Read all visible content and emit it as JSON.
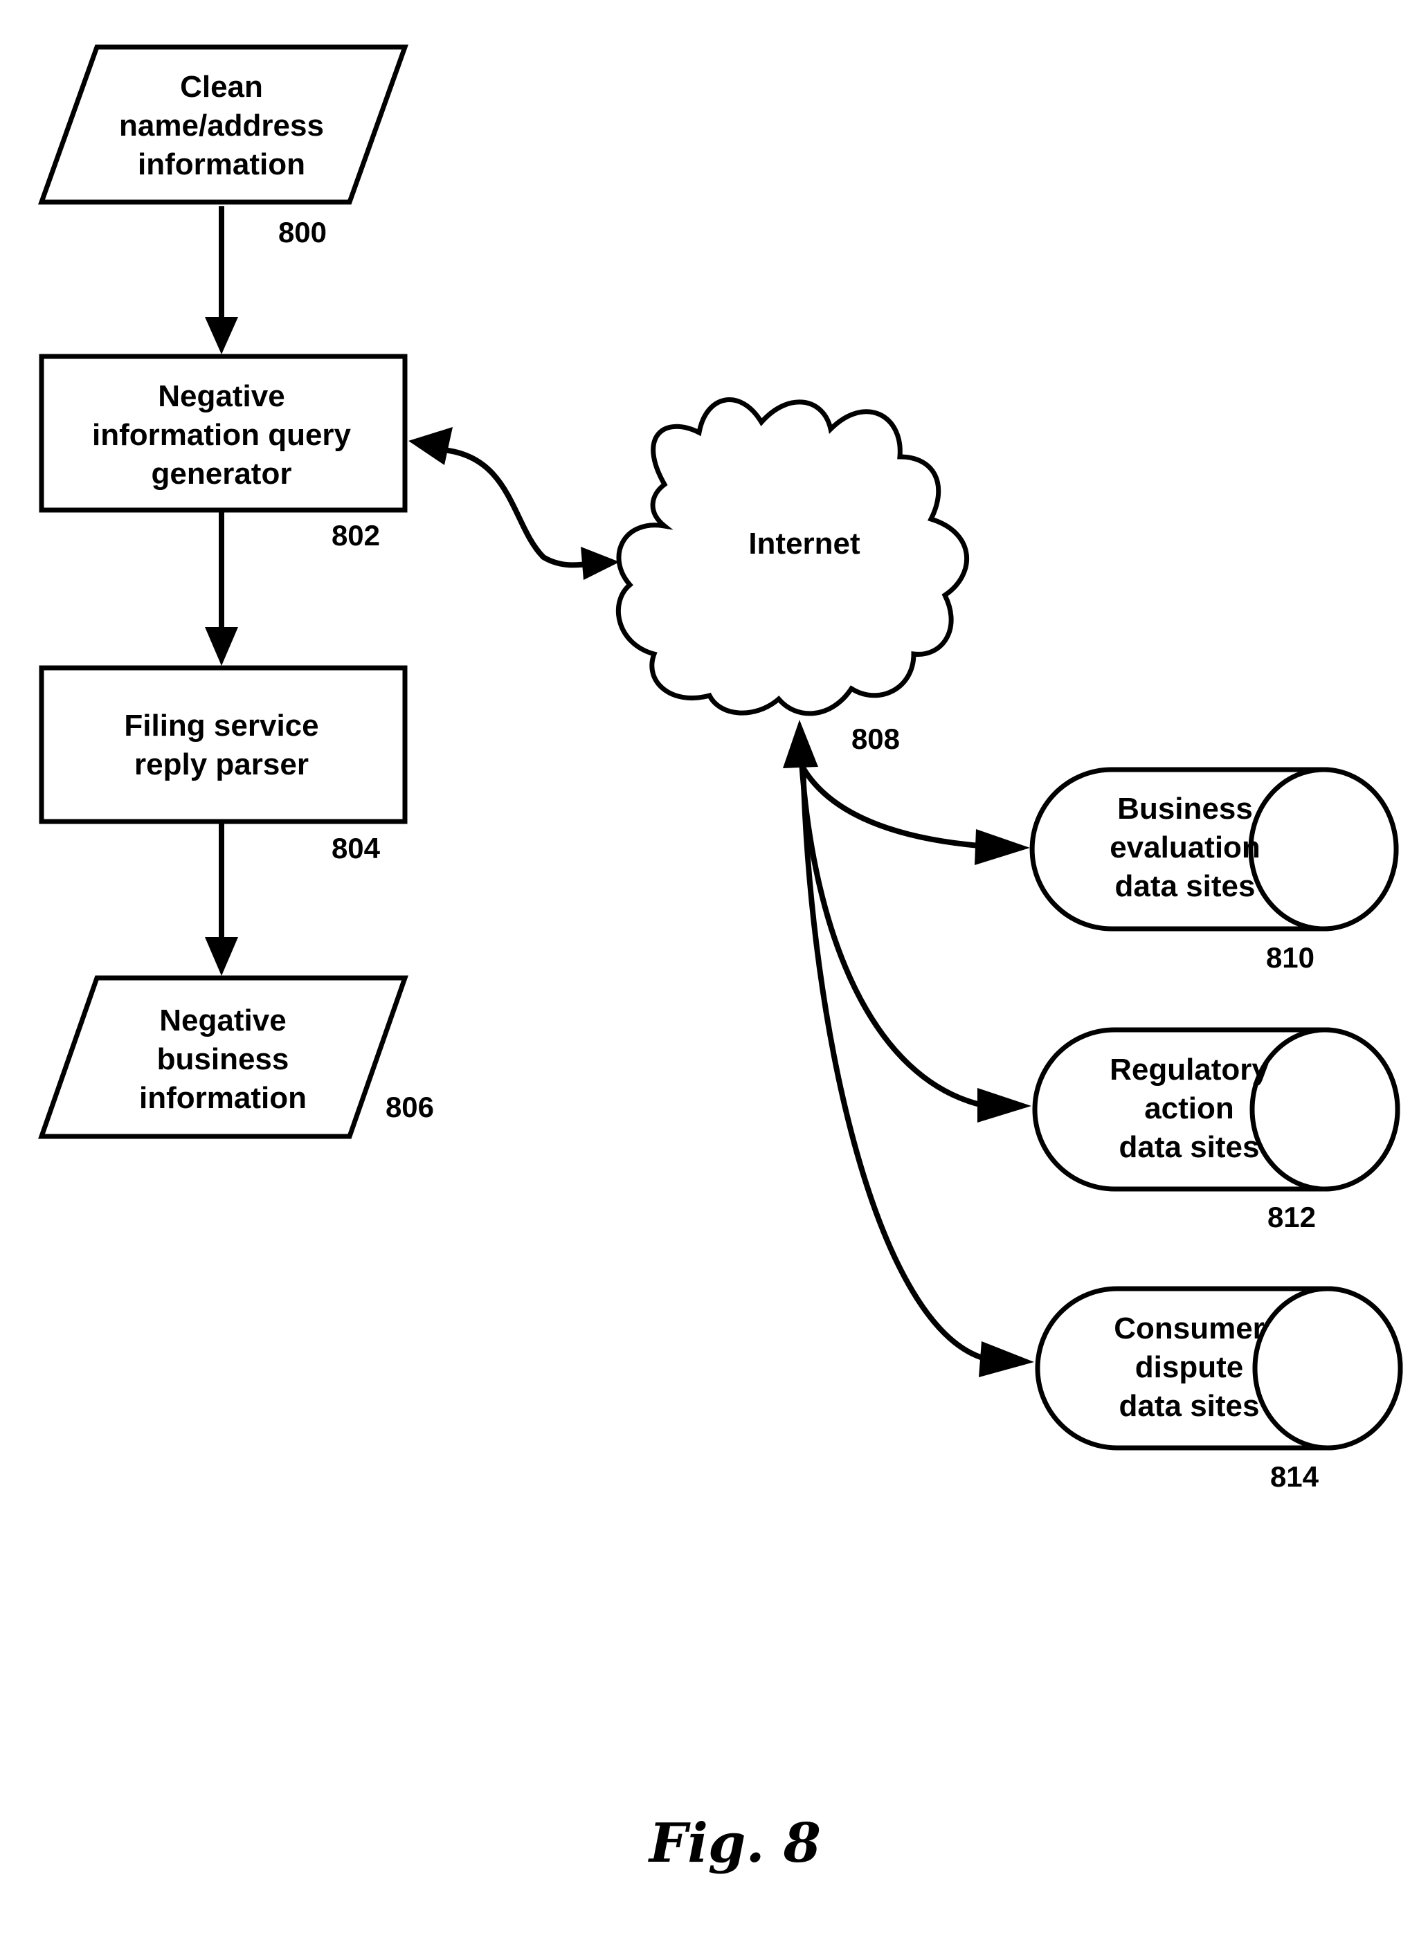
{
  "figure_label": "Fig. 8",
  "nodes": {
    "n800": {
      "lines": [
        "Clean",
        "name/address",
        "information"
      ],
      "ref": "800"
    },
    "n802": {
      "lines": [
        "Negative",
        "information query",
        "generator"
      ],
      "ref": "802"
    },
    "n804": {
      "lines": [
        "Filing service",
        "reply parser"
      ],
      "ref": "804"
    },
    "n806": {
      "lines": [
        "Negative",
        "business",
        "information"
      ],
      "ref": "806"
    },
    "n808": {
      "lines": [
        "Internet"
      ],
      "ref": "808"
    },
    "n810": {
      "lines": [
        "Business",
        "evaluation",
        "data sites"
      ],
      "ref": "810"
    },
    "n812": {
      "lines": [
        "Regulatory",
        "action",
        "data sites"
      ],
      "ref": "812"
    },
    "n814": {
      "lines": [
        "Consumer",
        "dispute",
        "data sites"
      ],
      "ref": "814"
    }
  },
  "colors": {
    "stroke": "#000000",
    "fill": "#ffffff"
  }
}
